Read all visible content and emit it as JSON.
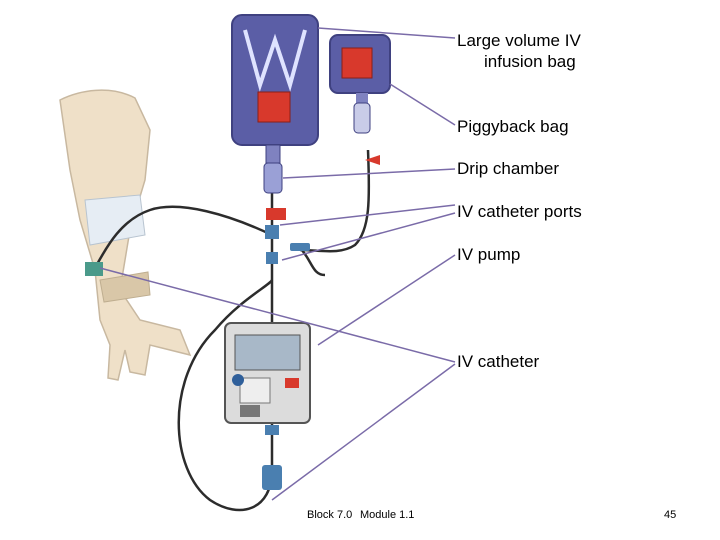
{
  "labels": {
    "large_volume_bag_line1": "Large volume IV",
    "large_volume_bag_line2": "infusion bag",
    "piggyback_bag": "Piggyback bag",
    "drip_chamber": "Drip chamber",
    "catheter_ports": "IV catheter ports",
    "pump": "IV pump",
    "catheter": "IV catheter"
  },
  "footer": {
    "block": "Block 7.0",
    "module": "Module 1.1",
    "page_number": "45"
  },
  "colors": {
    "bag_purple": "#5b5ea6",
    "bag_purple_light": "#9aa0d6",
    "tag_red": "#d8392c",
    "tubing": "#2c2c2c",
    "skin": "#efe0c8",
    "pump_body": "#dcdcdc",
    "pump_dark": "#555555",
    "leader_line": "#7a6ba8"
  }
}
